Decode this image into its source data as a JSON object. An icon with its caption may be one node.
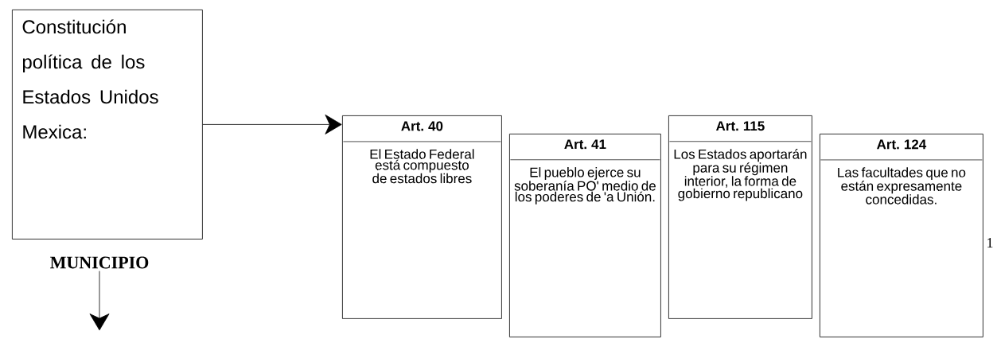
{
  "diagram": {
    "nodes": [
      {
        "text": [
          "Constitución política de los Estados Unidos Mexica:"
        ]
      },
      {
        "text": [
          "MUNICIPIO"
        ]
      },
      {
        "text": [
          "Art. 40",
          "El Estado Federal está compuesto de estados libres"
        ]
      },
      {
        "text": [
          "Art. 41",
          "El pueblo ejerce su soberanía PO' medio de los poderes de 'a Unión."
        ]
      },
      {
        "text": [
          "Art. 115",
          "Los Estados aportarán para su régimen interior, la forma de gobierno republicano"
        ]
      },
      {
        "text": [
          "Art. 124",
          "Las facultades que no están expresamente concedidas."
        ]
      }
    ],
    "edges": [
      {
        "from": 0,
        "to": 2,
        "arrow": "to"
      },
      {
        "from": 1,
        "to": null,
        "arrow": "to"
      }
    ],
    "labels": [
      "1"
    ]
  }
}
